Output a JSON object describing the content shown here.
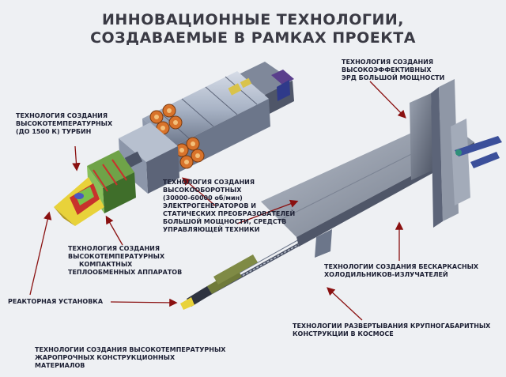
{
  "title": {
    "line1": "ИННОВАЦИОННЫЕ ТЕХНОЛОГИИ,",
    "line2": "СОЗДАВАЕМЫЕ В РАМКАХ ПРОЕКТА"
  },
  "labels": {
    "erd": [
      "ТЕХНОЛОГИЯ СОЗДАНИЯ",
      "ВЫСОКОЭФФЕКТИВНЫХ",
      "ЭРД БОЛЬШОЙ МОЩНОСТИ"
    ],
    "turbines": [
      "ТЕХНОЛОГИЯ СОЗДАНИЯ",
      "ВЫСОКОТЕМПЕРАТУРНЫХ",
      "(ДО 1500 К) ТУРБИН"
    ],
    "generators": [
      "ТЕХНОЛОГИЯ СОЗДАНИЯ",
      "ВЫСОКООБОРОТНЫХ",
      "(30000-60000 об/мин)",
      "ЭЛЕКТРОГЕНЕРАТОРОВ И",
      "СТАТИЧЕСКИХ ПРЕОБРАЗОВАТЕЛЕЙ",
      "БОЛЬШОЙ МОЩНОСТИ, СРЕДСТВ",
      "УПРАВЛЯЮЩЕЙ ТЕХНИКИ"
    ],
    "heat_exchangers": [
      "ТЕХНОЛОГИЯ СОЗДАНИЯ",
      "ВЫСОКОТЕМПЕРАТУРНЫХ",
      "КОМПАКТНЫХ",
      "ТЕПЛООБМЕННЫХ АППАРАТОВ"
    ],
    "radiators": [
      "ТЕХНОЛОГИИ СОЗДАНИЯ БЕСКАРКАСНЫХ",
      "ХОЛОДИЛЬНИКОВ-ИЗЛУЧАТЕЛЕЙ"
    ],
    "reactor": [
      "РЕАКТОРНАЯ УСТАНОВКА"
    ],
    "deployment": [
      "ТЕХНОЛОГИИ РАЗВЕРТЫВАНИЯ КРУПНОГАБАРИТНЫХ",
      "КОНСТРУКЦИИ В КОСМОСЕ"
    ],
    "materials": [
      "ТЕХНОЛОГИИ СОЗДАНИЯ ВЫСОКОТЕМПЕРАТУРНЫХ",
      "ЖАРОПРОЧНЫХ КОНСТРУКЦИОННЫХ",
      "МАТЕРИАЛОВ"
    ]
  },
  "colors": {
    "arrow": "#8a1010",
    "text": "#1c1f33",
    "title": "#3a3a44",
    "module_body": "#a9b4c6",
    "module_dark": "#5c6478",
    "turbine_orange": "#d8732b",
    "reactor_yellow": "#e8d23a",
    "reactor_green": "#7cc04a",
    "reactor_red": "#c8322c",
    "radiator_panel": "#8f97a6",
    "boom_olive": "#6f7a3a"
  }
}
